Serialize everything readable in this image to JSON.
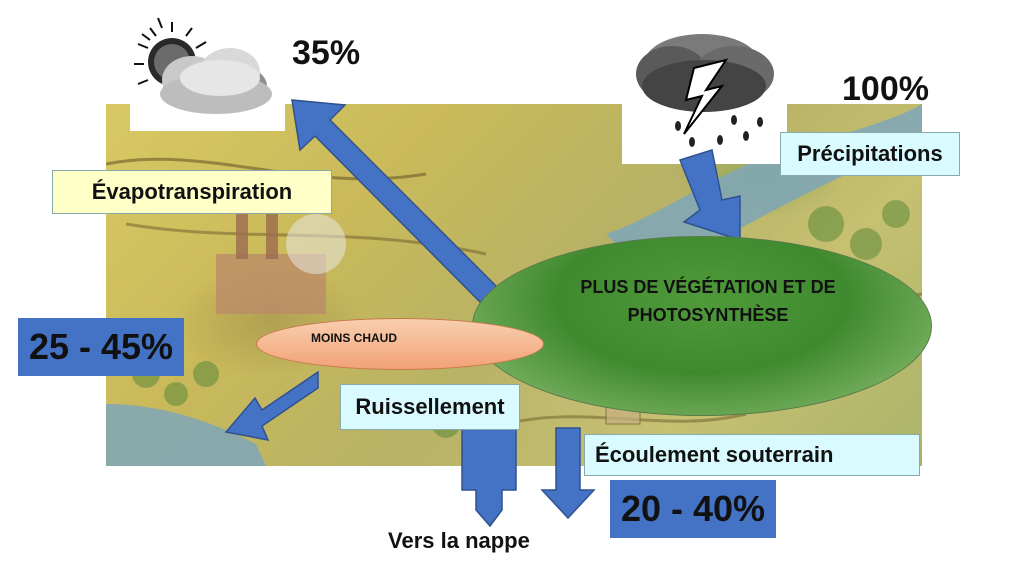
{
  "evap_percent": "35%",
  "precip_percent": "100%",
  "labels": {
    "evapotranspiration": "Évapotranspiration",
    "precipitations": "Précipitations",
    "ruissellement": "Ruissellement",
    "ecoulement": "Écoulement souterrain",
    "vers_nappe": "Vers la nappe"
  },
  "ranges": {
    "ruissellement": "25 - 45%",
    "ecoulement": "20 - 40%"
  },
  "ellipses": {
    "vegetation": "PLUS DE VÉGÉTATION ET DE PHOTOSYNTHÈSE",
    "moins_chaud": "MOINS CHAUD"
  },
  "colors": {
    "arrow": "#4472c4",
    "label_yellow": "#ffffc8",
    "label_cyan": "#d9fbff",
    "vegetation_green": "#3f8a2f",
    "moins_chaud_peach": "#f6b58a"
  },
  "icons": [
    "sun-cloud-icon",
    "storm-cloud-icon"
  ]
}
